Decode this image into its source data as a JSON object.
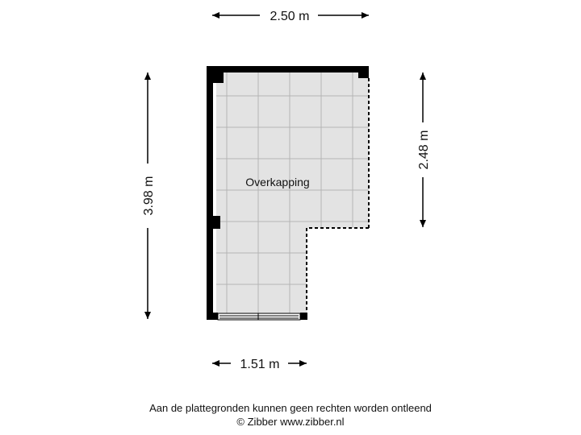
{
  "dimensions": {
    "top_width": "2.50 m",
    "left_height": "3.98 m",
    "right_height": "2.48 m",
    "bottom_width": "1.51 m"
  },
  "room": {
    "label": "Overkapping",
    "fill_color": "#e3e3e3",
    "grid_color": "#b4b4b4",
    "wall_color": "#000000"
  },
  "footer": {
    "disclaimer": "Aan de plattegronden kunnen geen rechten worden ontleend",
    "copyright": "© Zibber www.zibber.nl"
  }
}
